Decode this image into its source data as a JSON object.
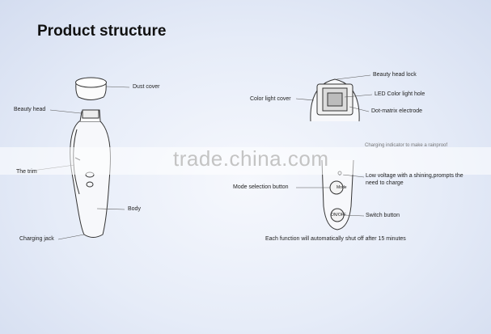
{
  "title": "Product structure",
  "labels": {
    "dust_cover": "Dust cover",
    "beauty_head": "Beauty head",
    "the_trim": "The  trim",
    "body": "Body",
    "charging_jack": "Charging jack",
    "beauty_head_lock": "Beauty head lock",
    "color_light_cover": "Color light cover",
    "led_color_light_hole": "LED Color light hole",
    "dot_matrix_electrode": "Dot-matrix electrode",
    "charging_indicator": "Charging indicator to make a rainproof",
    "mode_selection_button": "Mode selection button",
    "low_voltage_line1": "Low voltage with a shining,prompts the",
    "low_voltage_line2": "need to charge",
    "switch_button": "Switch button",
    "auto_shutoff_note": "Each function will automatically shut off after 15 minutes"
  },
  "buttons": {
    "mode": "Mode",
    "on_off": "ON/OFF"
  },
  "watermark": "trade.china.com"
}
